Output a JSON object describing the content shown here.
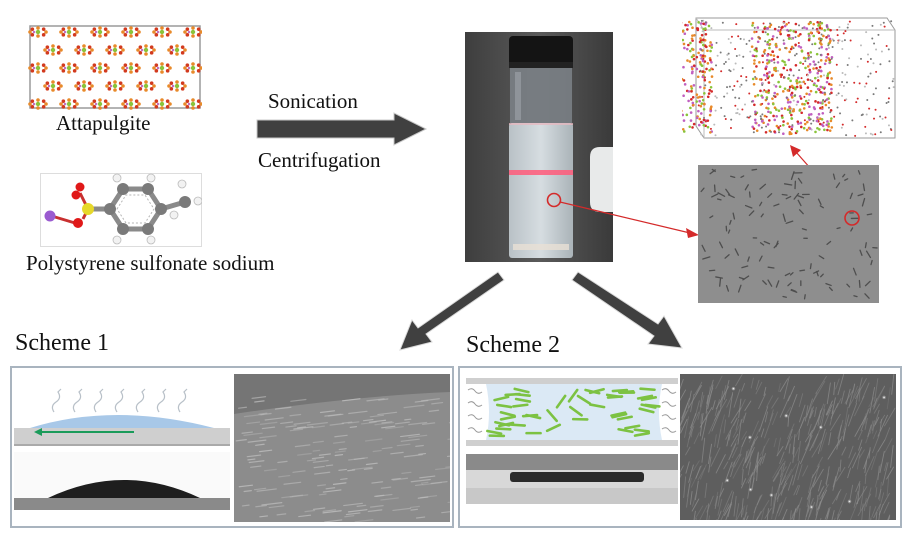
{
  "figure": {
    "inputs": {
      "attapulgite_label": "Attapulgite",
      "pss_label": "Polystyrene sulfonate sodium"
    },
    "process": {
      "step1": "Sonication",
      "step2": "Centrifugation"
    },
    "schemes": [
      {
        "label": "Scheme 1"
      },
      {
        "label": "Scheme 2"
      }
    ],
    "colors": {
      "arrow": "#404040",
      "annotation_red": "#d42a2a",
      "panel_border": "#a9b4bf",
      "droplet_blue": "#a8c8e8",
      "rod_green": "#7cc242",
      "direction_green": "#1a9b5a",
      "tyndall_pink": "#ff5a7a"
    }
  }
}
